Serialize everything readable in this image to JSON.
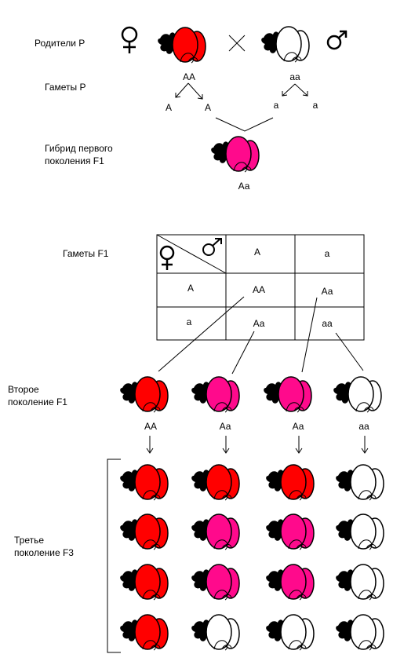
{
  "labels": {
    "parents": "Родители Р",
    "gametes_p": "Гаметы Р",
    "hybrid_f1_line1": "Гибрид первого",
    "hybrid_f1_line2": "поколения  F1",
    "gametes_f1": "Гаметы F1",
    "second_line1": "Второе",
    "second_line2": "поколение F1",
    "third_line1": "Третье",
    "third_line2": "поколение F3"
  },
  "genotypes": {
    "parent_female": "АА",
    "parent_male": "аа",
    "gamete_f1": "А",
    "gamete_f2": "А",
    "gamete_m1": "а",
    "gamete_m2": "а",
    "hybrid": "Аа"
  },
  "punnett": {
    "male_headers": [
      "А",
      "а"
    ],
    "female_headers": [
      "А",
      "а"
    ],
    "cells": [
      [
        "АА",
        "Аа"
      ],
      [
        "Аа",
        "аа"
      ]
    ]
  },
  "second_gen": [
    "АА",
    "Аа",
    "Аа",
    "аа"
  ],
  "colors": {
    "red": "#ff0000",
    "pink": "#ff0a8c",
    "white": "#ffffff",
    "black": "#000000"
  },
  "third_gen_colors": [
    [
      "red",
      "red",
      "red",
      "white"
    ],
    [
      "red",
      "pink",
      "pink",
      "white"
    ],
    [
      "red",
      "pink",
      "pink",
      "white"
    ],
    [
      "red",
      "white",
      "white",
      "white"
    ]
  ]
}
